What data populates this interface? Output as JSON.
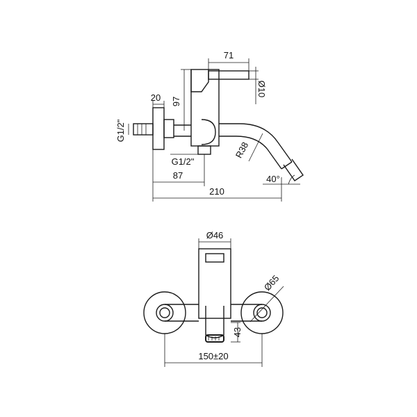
{
  "side_view": {
    "dim_width_top": "71",
    "dim_lever_diameter": "Ø10",
    "dim_body_height": "97",
    "dim_flange_width": "20",
    "dim_thread_left": "G1/2\"",
    "dim_thread_bottom": "G1/2\"",
    "dim_spout_radius": "R38",
    "dim_spout_angle": "40°",
    "dim_inlet_length": "87",
    "dim_total_length": "210"
  },
  "front_view": {
    "dim_body_diameter": "Ø46",
    "dim_flange_diameter": "Ø65",
    "dim_spout_height": "43",
    "dim_center_distance": "150±20"
  }
}
